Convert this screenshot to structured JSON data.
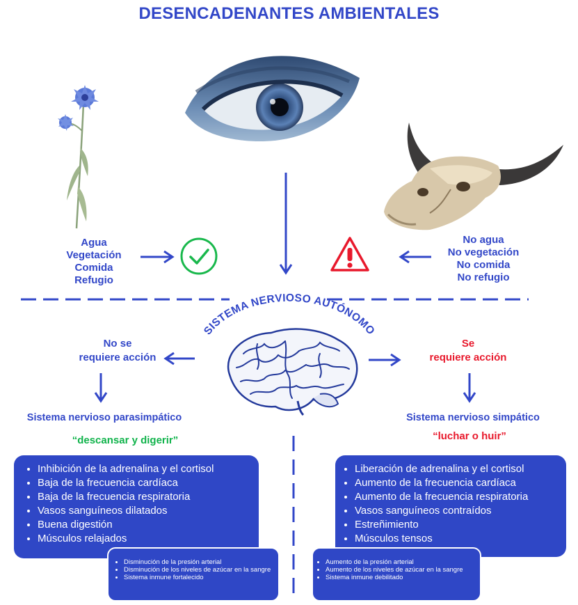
{
  "title": "DESENCADENANTES AMBIENTALES",
  "good_conditions": [
    "Agua",
    "Vegetación",
    "Comida",
    "Refugio"
  ],
  "bad_conditions": [
    "No agua",
    "No vegetación",
    "No comida",
    "No refugio"
  ],
  "center_label": "SISTEMA NERVIOSO AUTÓNOMO",
  "left_branch": {
    "decision": [
      "No se",
      "requiere acción"
    ],
    "system": "Sistema nervioso parasimpático",
    "motto": "“descansar y digerir”",
    "effects": [
      "Inhibición de la adrenalina y el cortisol",
      "Baja de la frecuencia cardíaca",
      "Baja de la frecuencia respiratoria",
      "Vasos sanguíneos dilatados",
      "Buena digestión",
      "Músculos relajados"
    ],
    "secondary_effects": [
      "Disminución de la presión arterial",
      "Disminución de los niveles de azúcar en la sangre",
      "Sistema inmune fortalecido"
    ]
  },
  "right_branch": {
    "decision": [
      "Se",
      "requiere acción"
    ],
    "system": "Sistema nervioso simpático",
    "motto": "“luchar o huir”",
    "effects": [
      "Liberación de  adrenalina y el cortisol",
      "Aumento de la frecuencia cardíaca",
      "Aumento de la frecuencia respiratoria",
      "Vasos sanguíneos contraídos",
      "Estreñimiento",
      "Músculos tensos"
    ],
    "secondary_effects": [
      "Aumento de la presión arterial",
      "Aumento de los niveles de azúcar en la sangre",
      "Sistema inmune debilitado"
    ]
  },
  "colors": {
    "primary_blue": "#3247c8",
    "box_blue": "#2f47c6",
    "check_green": "#19b84c",
    "warning_red": "#e8192c"
  },
  "icons": [
    "flower-icon",
    "eye-icon",
    "skull-icon",
    "check-circle-icon",
    "warning-triangle-icon",
    "brain-icon"
  ]
}
